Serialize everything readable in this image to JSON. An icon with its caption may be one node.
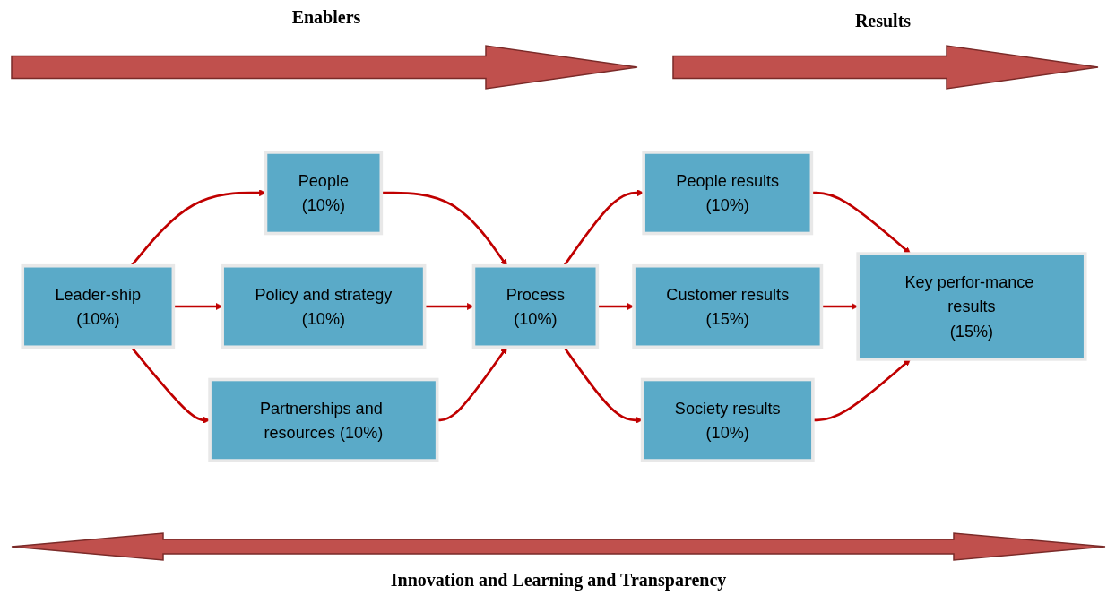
{
  "diagram": {
    "nodes": [
      {
        "text": [
          "Leader-ship",
          "(10%)"
        ]
      },
      {
        "text": [
          "People",
          "(10%)"
        ]
      },
      {
        "text": [
          "Policy and strategy",
          "(10%)"
        ]
      },
      {
        "text": [
          "Partnerships and resources (10%)"
        ]
      },
      {
        "text": [
          "Process",
          "(10%)"
        ]
      },
      {
        "text": [
          "People results",
          "(10%)"
        ]
      },
      {
        "text": [
          "Customer results",
          "(15%)"
        ]
      },
      {
        "text": [
          "Society results",
          "(10%)"
        ]
      },
      {
        "text": [
          "Key perfor-mance results",
          "(15%)"
        ]
      }
    ],
    "edges": [
      {
        "from": 0,
        "to": 1,
        "arrow": "to"
      },
      {
        "from": 0,
        "to": 2,
        "arrow": "to"
      },
      {
        "from": 0,
        "to": 3,
        "arrow": "to"
      },
      {
        "from": 1,
        "to": 4,
        "arrow": "to"
      },
      {
        "from": 2,
        "to": 4,
        "arrow": "to"
      },
      {
        "from": 3,
        "to": 4,
        "arrow": "to"
      },
      {
        "from": 4,
        "to": 5,
        "arrow": "to"
      },
      {
        "from": 4,
        "to": 6,
        "arrow": "to"
      },
      {
        "from": 4,
        "to": 7,
        "arrow": "to"
      },
      {
        "from": 5,
        "to": 8,
        "arrow": "to"
      },
      {
        "from": 6,
        "to": 8,
        "arrow": "to"
      },
      {
        "from": 7,
        "to": 8,
        "arrow": "to"
      }
    ],
    "labels": [
      "Enablers",
      "Results",
      "Innovation and Learning and Transparency"
    ]
  }
}
